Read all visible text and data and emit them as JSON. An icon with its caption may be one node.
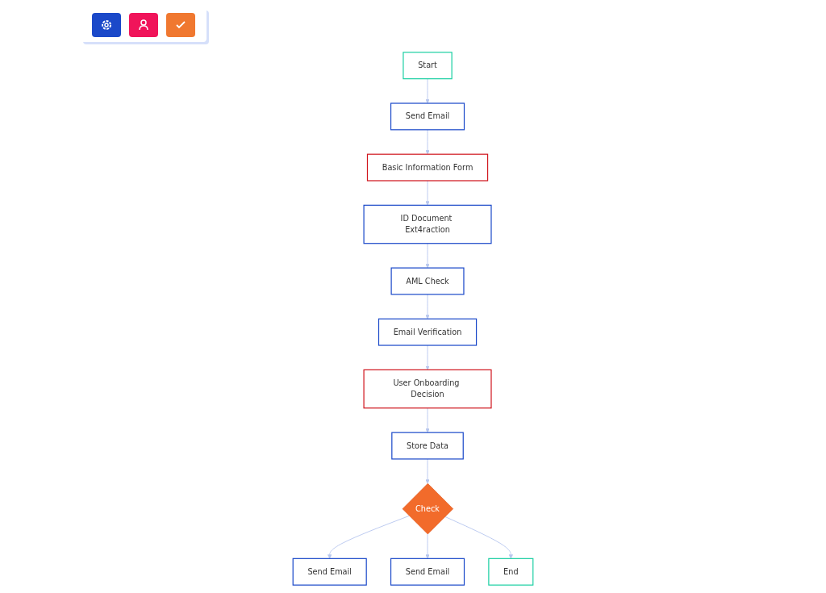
{
  "diagram": {
    "nodes": [
      {
        "text": [
          "Start"
        ]
      },
      {
        "text": [
          "Send Email"
        ]
      },
      {
        "text": [
          "Basic Information Form"
        ]
      },
      {
        "text": [
          "ID Document Ext4raction"
        ]
      },
      {
        "text": [
          "AML Check"
        ]
      },
      {
        "text": [
          "Email Verification"
        ]
      },
      {
        "text": [
          "User Onboarding Decision"
        ]
      },
      {
        "text": [
          "Store Data"
        ]
      },
      {
        "text": [
          "Check"
        ]
      },
      {
        "text": [
          "Send Email"
        ]
      },
      {
        "text": [
          "Send Email"
        ]
      },
      {
        "text": [
          "End"
        ]
      }
    ],
    "edges": [
      {
        "from": 0,
        "to": 1,
        "arrow": "to"
      },
      {
        "from": 1,
        "to": 2,
        "arrow": "to"
      },
      {
        "from": 2,
        "to": 3,
        "arrow": "to"
      },
      {
        "from": 3,
        "to": 4,
        "arrow": "to"
      },
      {
        "from": 4,
        "to": 5,
        "arrow": "to"
      },
      {
        "from": 5,
        "to": 6,
        "arrow": "to"
      },
      {
        "from": 6,
        "to": 7,
        "arrow": "to"
      },
      {
        "from": 7,
        "to": 8,
        "arrow": "to"
      },
      {
        "from": 8,
        "to": 9,
        "arrow": "to"
      },
      {
        "from": 8,
        "to": 10,
        "arrow": "to"
      },
      {
        "from": 8,
        "to": 11,
        "arrow": "to"
      }
    ]
  }
}
